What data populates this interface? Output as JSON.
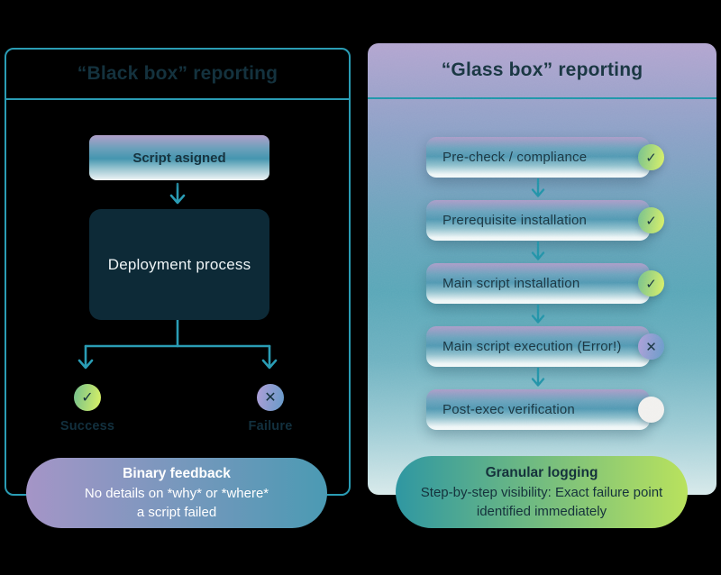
{
  "left_panel": {
    "title": "“Black box” reporting",
    "flow": {
      "start_box_label": "Script asigned",
      "process_box_label": "Deployment process",
      "outcomes": [
        {
          "label": "Success",
          "icon": "✓",
          "status": "success"
        },
        {
          "label": "Failure",
          "icon": "✕",
          "status": "error"
        }
      ]
    },
    "summary": {
      "heading": "Binary feedback",
      "line1": "No details on *why* or *where*",
      "line2": "a script failed"
    }
  },
  "right_panel": {
    "title": "“Glass box” reporting",
    "steps": [
      {
        "label": "Pre-check / compliance",
        "icon": "✓",
        "status": "success"
      },
      {
        "label": "Prerequisite installation",
        "icon": "✓",
        "status": "success"
      },
      {
        "label": "Main script installation",
        "icon": "✓",
        "status": "success"
      },
      {
        "label": "Main script execution (Error!)",
        "icon": "✕",
        "status": "error"
      },
      {
        "label": "Post-exec verification",
        "icon": "",
        "status": "pending"
      }
    ],
    "summary": {
      "heading": "Granular logging",
      "line1": "Step-by-step visibility: Exact failure point",
      "line2": "identified immediately"
    }
  },
  "colors": {
    "background": "#000000",
    "panel_border_teal": "#2a9cb4",
    "divider_teal": "#1b96a9",
    "title_navy": "#14323e",
    "success_gradient": [
      "#7dc489",
      "#d2ed68"
    ],
    "error_gradient": [
      "#a89ed6",
      "#6d9bca"
    ],
    "pending_fill": "#f1f0ee",
    "left_pill_gradient": [
      "#a595c7",
      "#4b9ab3"
    ],
    "right_pill_gradient": [
      "#2f97a2",
      "#b9e25d"
    ]
  }
}
